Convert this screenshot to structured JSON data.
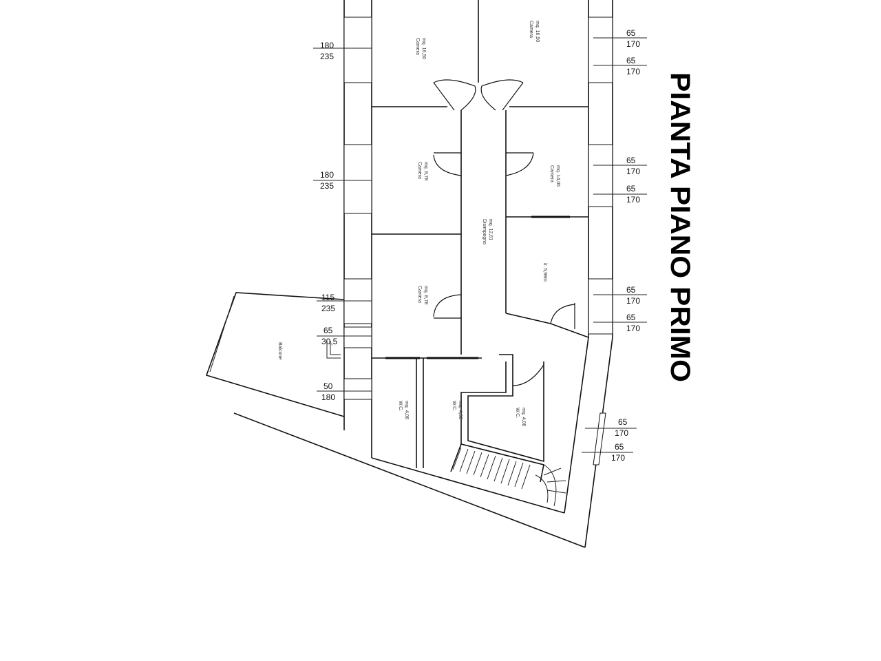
{
  "plan": {
    "title": "PIANTA PIANO PRIMO",
    "rooms": [
      {
        "name": "Camera",
        "area": "mq. 16,50"
      },
      {
        "name": "Camera",
        "area": "mq. 16,50"
      },
      {
        "name": "Camera",
        "area": "mq. 8,78"
      },
      {
        "name": "Camera",
        "area": "mq. 14,06"
      },
      {
        "name": "Disimpegno",
        "area": "mq. 12,61"
      },
      {
        "name": "Camera",
        "area": "mq. 8,78"
      },
      {
        "name": "",
        "area": "ir. 5,99m"
      },
      {
        "name": "Balcone",
        "area": ""
      },
      {
        "name": "W.C.",
        "area": "mq. 4,06"
      },
      {
        "name": "W.C.",
        "area": "mq. 4,06"
      },
      {
        "name": "W.C.",
        "area": "mq. 4,06"
      }
    ],
    "window_dimensions": [
      {
        "top": "180",
        "bottom": "235"
      },
      {
        "top": "65",
        "bottom": "170"
      },
      {
        "top": "65",
        "bottom": "170"
      },
      {
        "top": "180",
        "bottom": "235"
      },
      {
        "top": "65",
        "bottom": "170"
      },
      {
        "top": "65",
        "bottom": "170"
      },
      {
        "top": "115",
        "bottom": "235"
      },
      {
        "top": "65",
        "bottom": "170"
      },
      {
        "top": "65",
        "bottom": "170"
      },
      {
        "top": "65",
        "bottom": "30,5"
      },
      {
        "top": "50",
        "bottom": "180"
      },
      {
        "top": "65",
        "bottom": "170"
      },
      {
        "top": "65",
        "bottom": "170"
      }
    ]
  }
}
